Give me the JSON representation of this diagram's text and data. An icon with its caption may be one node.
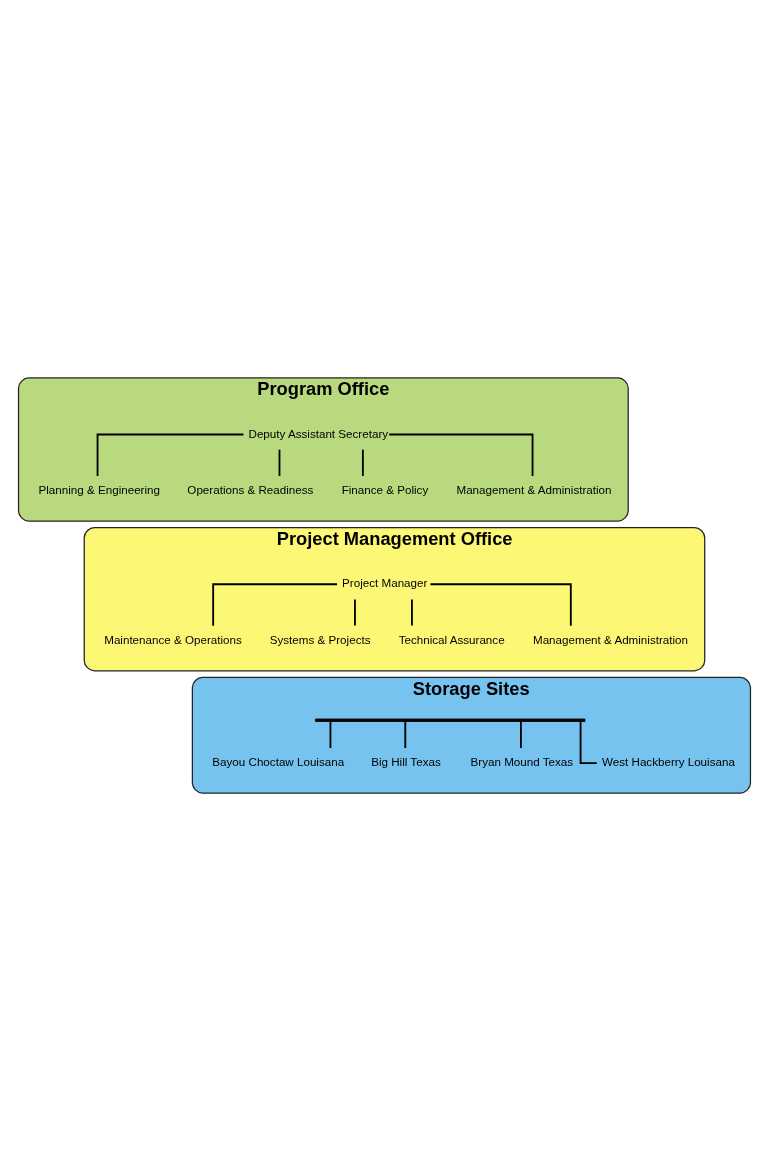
{
  "diagram": {
    "nodes": [
      {
        "text": [
          "Program Office"
        ]
      },
      {
        "text": [
          "Deputy Assistant Secretary"
        ],
        "in": 0
      },
      {
        "text": [
          "Planning & Engineering"
        ],
        "in": 0
      },
      {
        "text": [
          "Operations & Readiness"
        ],
        "in": 0
      },
      {
        "text": [
          "Finance & Policy"
        ],
        "in": 0
      },
      {
        "text": [
          "Management & Administration"
        ],
        "in": 0
      },
      {
        "text": [
          "Project Management Office"
        ]
      },
      {
        "text": [
          "Project Manager"
        ],
        "in": 6
      },
      {
        "text": [
          "Maintenance & Operations"
        ],
        "in": 6
      },
      {
        "text": [
          "Systems & Projects"
        ],
        "in": 6
      },
      {
        "text": [
          "Technical Assurance"
        ],
        "in": 6
      },
      {
        "text": [
          "Management & Administration"
        ],
        "in": 6
      },
      {
        "text": [
          "Storage Sites"
        ]
      },
      {
        "text": [],
        "shape": "bar",
        "in": 12
      },
      {
        "text": [
          "Bayou Choctaw Louisana"
        ],
        "in": 12
      },
      {
        "text": [
          "Big Hill Texas"
        ],
        "in": 12
      },
      {
        "text": [
          "Bryan Mound Texas"
        ],
        "in": 12
      },
      {
        "text": [
          "West Hackberry Louisana"
        ],
        "in": 12
      }
    ],
    "edges": [
      {
        "from": 1,
        "to": 2,
        "arrow": "none"
      },
      {
        "from": 1,
        "to": 3,
        "arrow": "none"
      },
      {
        "from": 1,
        "to": 4,
        "arrow": "none"
      },
      {
        "from": 1,
        "to": 5,
        "arrow": "none"
      },
      {
        "from": 7,
        "to": 8,
        "arrow": "none"
      },
      {
        "from": 7,
        "to": 9,
        "arrow": "none"
      },
      {
        "from": 7,
        "to": 10,
        "arrow": "none"
      },
      {
        "from": 7,
        "to": 11,
        "arrow": "none"
      },
      {
        "from": 13,
        "to": 14,
        "arrow": "none"
      },
      {
        "from": 13,
        "to": 15,
        "arrow": "none"
      },
      {
        "from": 13,
        "to": 16,
        "arrow": "none"
      },
      {
        "from": 13,
        "to": 17,
        "arrow": "none"
      }
    ]
  }
}
